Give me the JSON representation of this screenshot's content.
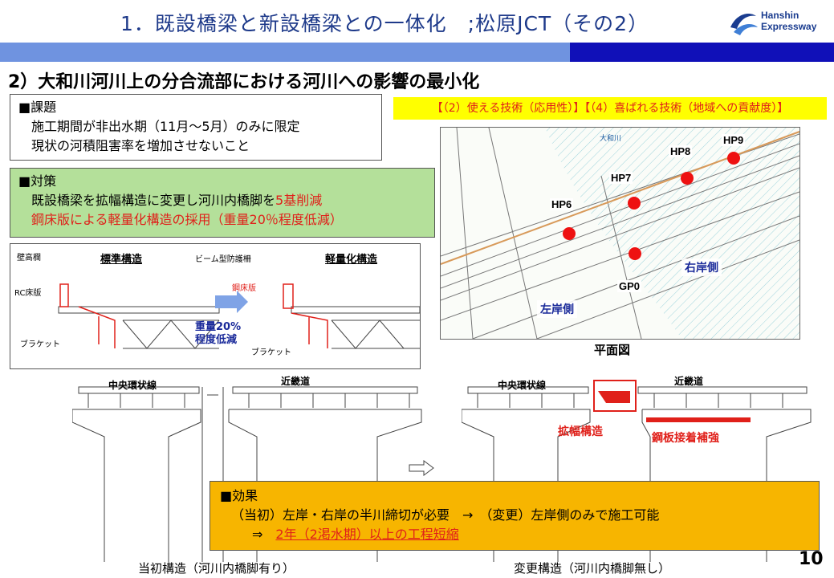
{
  "header": {
    "title": "1．既設橋梁と新設橋梁との一体化　;松原JCT（その2）",
    "logo_line1": "Hanshin",
    "logo_line2": "Expressway"
  },
  "subtitle": "2）大和川河川上の分合流部における河川への影響の最小化",
  "issue": {
    "heading": "■課題",
    "line1": "施工期間が非出水期（11月～5月）のみに限定",
    "line2": "現状の河積阻害率を増加させないこと"
  },
  "measure": {
    "heading": "■対策",
    "line1_pre": "既設橋梁を拡幅構造に変更し河川内橋脚を",
    "line1_red": "5基削減",
    "line2": "鋼床版による軽量化構造の採用（重量20％程度低減）"
  },
  "tech_tags": "【（2）使える技術（応用性）】【（4）喜ばれる技術（地域への貢献度）】",
  "map": {
    "river_label": "大和川",
    "piers": [
      "HP6",
      "HP7",
      "HP8",
      "HP9",
      "GP0"
    ],
    "right_bank": "右岸側",
    "left_bank": "左岸側",
    "caption": "平面図"
  },
  "structure": {
    "standard": "標準構造",
    "light": "軽量化構造",
    "parapet": "壁高欄",
    "rc_deck": "RC床版",
    "bracket": "ブラケット",
    "beam_rail": "ビーム型防護柵",
    "steel_deck": "鋼床版",
    "bracket2": "ブラケット",
    "reduction1": "重量20%",
    "reduction2": "程度低減"
  },
  "bridge": {
    "chuo": "中央環状線",
    "kinki": "近畿道",
    "chuo2": "中央環状線",
    "kinki2": "近畿道",
    "widen": "拡幅構造",
    "plate": "鋼板接着補強",
    "cap_before": "当初構造（河川内橋脚有り）",
    "cap_after": "変更構造（河川内橋脚無し）"
  },
  "effect": {
    "heading": "■効果",
    "line1": "（当初）左岸・右岸の半川締切が必要　→　（変更）左岸側のみで施工可能",
    "arrow": "⇒",
    "line2": "2年（2渇水期）以上の工程短縮"
  },
  "page_number": "10",
  "colors": {
    "band_dark": "#1010b8",
    "band_light": "#6f93e0",
    "measure_bg": "#b4e09a",
    "effect_bg": "#f7b500",
    "accent_red": "#e0201a"
  }
}
